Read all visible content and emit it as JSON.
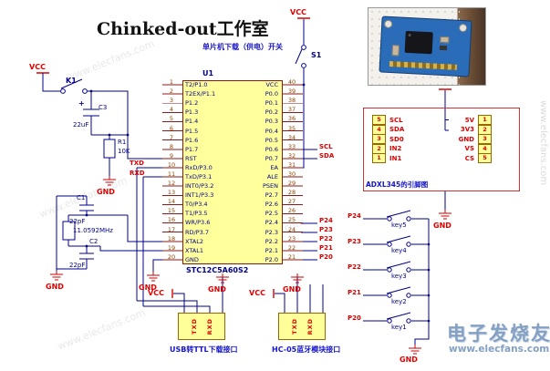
{
  "title": "Chinked-out工作室",
  "power": {
    "vcc": "VCC",
    "gnd": "GND"
  },
  "captions": {
    "download_switch": "单片机下载（供电）开关",
    "usb": "USB转TTL下载接口",
    "hc05": "HC-05蓝牙模块接口",
    "adxl": "ADXL345的引脚图"
  },
  "components": {
    "k1": "K1",
    "s1": "S1",
    "plus": "+",
    "c3": "C3",
    "c3_value": "22uF",
    "r1": "R1",
    "r1_value": "10K",
    "c1": "C1",
    "c1_value": "22pF",
    "c2": "C2",
    "c2_value": "22pF",
    "crystal_value": "11.0592MHz"
  },
  "ic": {
    "ref": "U1",
    "part": "STC12C5A60S2",
    "left_pins": [
      {
        "num": "1",
        "label": "T2/P1.0"
      },
      {
        "num": "2",
        "label": "T2EX/P1.1"
      },
      {
        "num": "3",
        "label": "P1.2"
      },
      {
        "num": "4",
        "label": "P1.3"
      },
      {
        "num": "5",
        "label": "P1.4"
      },
      {
        "num": "6",
        "label": "P1.5"
      },
      {
        "num": "7",
        "label": "P1.6"
      },
      {
        "num": "8",
        "label": "P1.7"
      },
      {
        "num": "9",
        "label": "RST"
      },
      {
        "num": "10",
        "label": "RxD/P3.0"
      },
      {
        "num": "11",
        "label": "TxD/P3.1"
      },
      {
        "num": "12",
        "label": "INT0/P3.2"
      },
      {
        "num": "13",
        "label": "INT1/P3.3"
      },
      {
        "num": "14",
        "label": "T0/P3.4"
      },
      {
        "num": "15",
        "label": "T1/P3.5"
      },
      {
        "num": "16",
        "label": "WR/P3.6"
      },
      {
        "num": "17",
        "label": "RD/P3.7"
      },
      {
        "num": "18",
        "label": "XTAL2"
      },
      {
        "num": "19",
        "label": "XTAL1"
      },
      {
        "num": "20",
        "label": "GND"
      }
    ],
    "right_pins": [
      {
        "num": "40",
        "label": "VCC"
      },
      {
        "num": "39",
        "label": "P0.0"
      },
      {
        "num": "38",
        "label": "P0.1"
      },
      {
        "num": "37",
        "label": "P0.2"
      },
      {
        "num": "36",
        "label": "P0.3"
      },
      {
        "num": "35",
        "label": "P0.4"
      },
      {
        "num": "34",
        "label": "P0.5"
      },
      {
        "num": "33",
        "label": "P0.6"
      },
      {
        "num": "32",
        "label": "P0.7"
      },
      {
        "num": "31",
        "label": "EA"
      },
      {
        "num": "30",
        "label": "ALE"
      },
      {
        "num": "29",
        "label": "PSEN"
      },
      {
        "num": "28",
        "label": "P2.7"
      },
      {
        "num": "27",
        "label": "P2.6"
      },
      {
        "num": "26",
        "label": "P2.5"
      },
      {
        "num": "25",
        "label": "P2.4"
      },
      {
        "num": "24",
        "label": "P2.3"
      },
      {
        "num": "23",
        "label": "P2.2"
      },
      {
        "num": "22",
        "label": "P2.1"
      },
      {
        "num": "21",
        "label": "P2.0"
      }
    ]
  },
  "nets": {
    "txd": "TXD",
    "rxd": "RXD",
    "scl": "SCL",
    "sda": "SDA",
    "p2": [
      "P24",
      "P23",
      "P22",
      "P21",
      "P20"
    ]
  },
  "keys": [
    {
      "net": "P24",
      "key": "key5"
    },
    {
      "net": "P23",
      "key": "key4"
    },
    {
      "net": "P22",
      "key": "key3"
    },
    {
      "net": "P21",
      "key": "key2"
    },
    {
      "net": "P20",
      "key": "key1"
    }
  ],
  "adxl": {
    "left_header": [
      {
        "num": "5",
        "label": "SCL"
      },
      {
        "num": "4",
        "label": "SDA"
      },
      {
        "num": "3",
        "label": "SD0"
      },
      {
        "num": "2",
        "label": "IN2"
      },
      {
        "num": "1",
        "label": "IN1"
      }
    ],
    "right_header": [
      {
        "num": "1",
        "label": "5V"
      },
      {
        "num": "2",
        "label": "3V3"
      },
      {
        "num": "3",
        "label": "GND"
      },
      {
        "num": "4",
        "label": "VS"
      },
      {
        "num": "5",
        "label": "CS"
      }
    ]
  },
  "connectors": {
    "usb_pins": [
      "TXD",
      "RXD"
    ],
    "hc05_pins": [
      "TXD",
      "RXD"
    ]
  },
  "watermark": {
    "brand": "电子发烧友",
    "site": "www.elecfans.com"
  }
}
